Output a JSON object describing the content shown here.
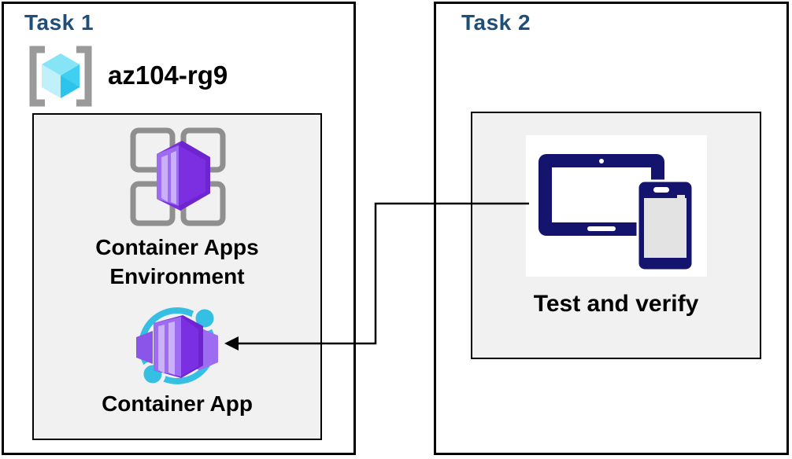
{
  "task1": {
    "title": "Task 1",
    "resource_group": {
      "icon": "resource-group-icon",
      "label": "az104-rg9"
    },
    "environment": {
      "icon": "container-apps-environment-icon",
      "label_line1": "Container Apps",
      "label_line2": "Environment"
    },
    "container_app": {
      "icon": "container-app-icon",
      "label": "Container App"
    }
  },
  "task2": {
    "title": "Task 2",
    "test_and_verify": {
      "icon": "tablet-phone-devices-icon",
      "label": "Test and verify"
    }
  },
  "connector": {
    "from": "test-and-verify-icon",
    "to": "container-app-icon",
    "type": "elbow-arrow",
    "color": "#000000"
  },
  "colors": {
    "title_blue": "#1f4e79",
    "box_border": "#000000",
    "panel_gray": "#f1f1f2",
    "icon_navy": "#14146e",
    "purple_dark": "#7b2fe0",
    "purple_mid": "#9d6cf2",
    "purple_light": "#c9b1f8",
    "cyan_ring": "#35bfe3",
    "cube_cyan_top": "#86e4f7",
    "cube_cyan_left": "#c0f0fa",
    "cube_cyan_right": "#41d0f1",
    "bracket_gray": "#9a9a9a",
    "env_grid_gray": "#8f8f8f"
  }
}
